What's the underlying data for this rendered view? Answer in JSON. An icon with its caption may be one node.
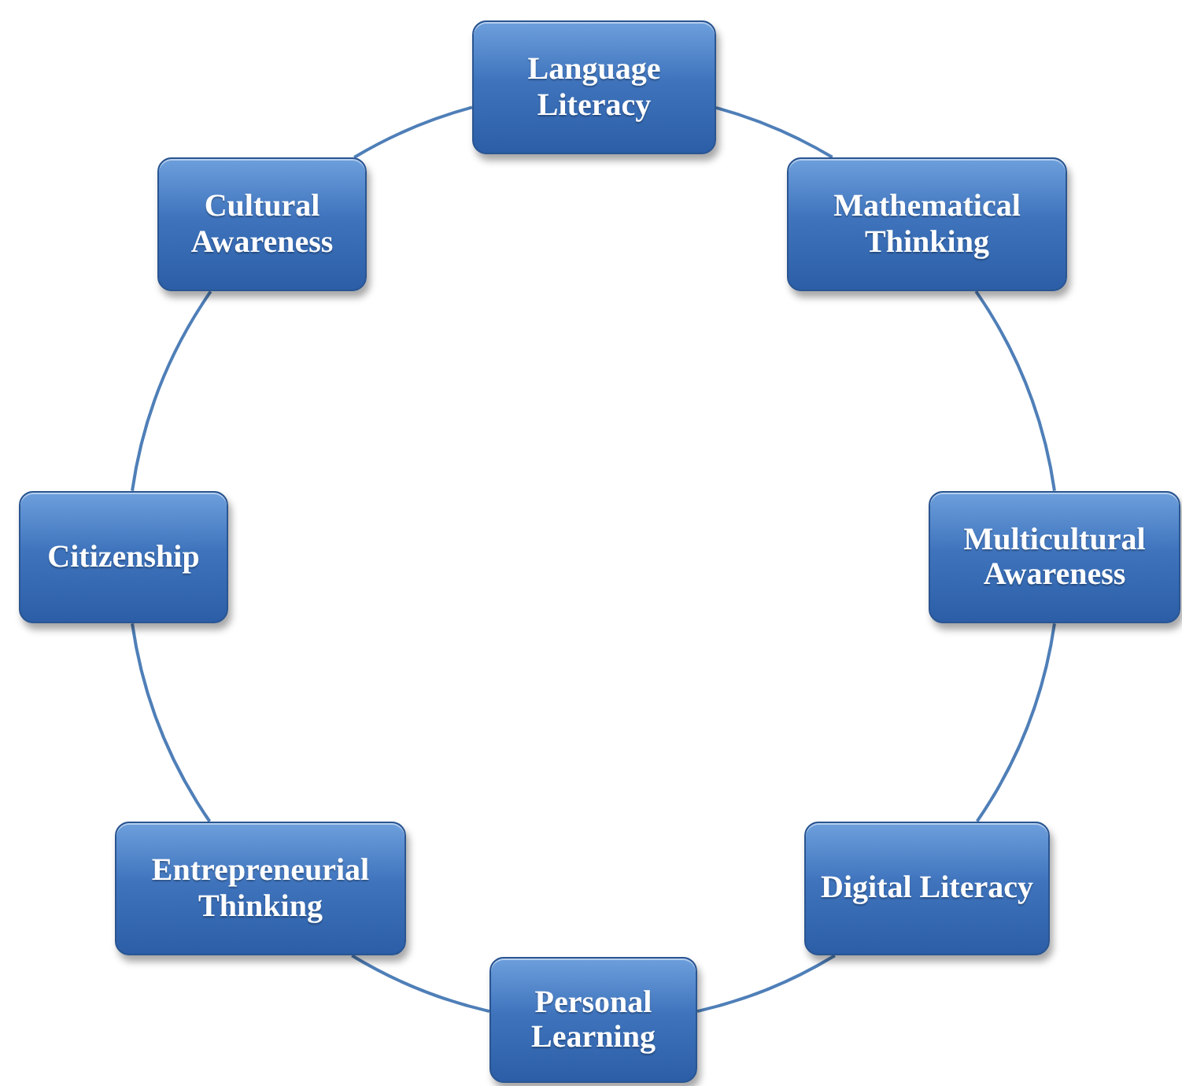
{
  "diagram": {
    "nodes": [
      {
        "text": [
          "Language Literacy"
        ]
      },
      {
        "text": [
          "Mathematical Thinking"
        ]
      },
      {
        "text": [
          "Multicultural Awareness"
        ]
      },
      {
        "text": [
          "Digital Literacy"
        ]
      },
      {
        "text": [
          "Personal Learning"
        ]
      },
      {
        "text": [
          "Entrepreneurial Thinking"
        ]
      },
      {
        "text": [
          "Citizenship"
        ]
      },
      {
        "text": [
          "Cultural Awareness"
        ]
      }
    ],
    "edges": [
      {
        "from": 0,
        "to": 1,
        "arrow": "none"
      },
      {
        "from": 1,
        "to": 2,
        "arrow": "none"
      },
      {
        "from": 2,
        "to": 3,
        "arrow": "none"
      },
      {
        "from": 3,
        "to": 4,
        "arrow": "none"
      },
      {
        "from": 4,
        "to": 5,
        "arrow": "none"
      },
      {
        "from": 5,
        "to": 6,
        "arrow": "none"
      },
      {
        "from": 6,
        "to": 7,
        "arrow": "none"
      },
      {
        "from": 7,
        "to": 0,
        "arrow": "none"
      }
    ]
  }
}
